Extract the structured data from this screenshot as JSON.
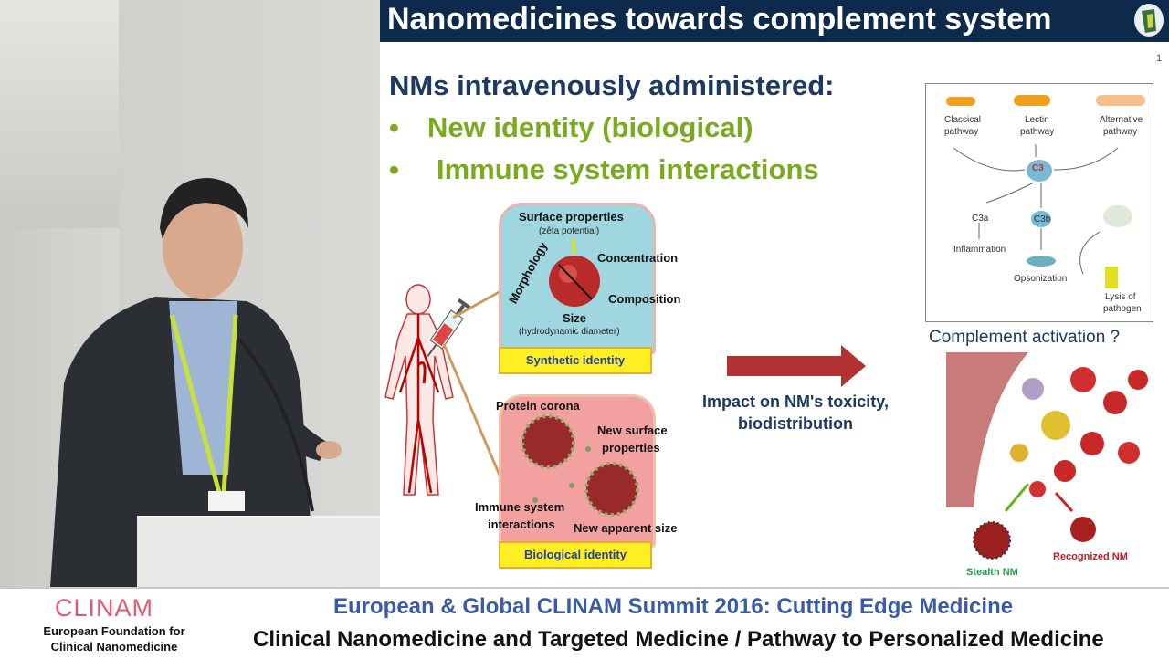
{
  "slide": {
    "title": "Nanomedicines towards complement system",
    "page_number": "1",
    "heading": "NMs intravenously administered:",
    "bullets": [
      "New identity (biological)",
      "Immune system interactions"
    ],
    "bullet_glyph": "•",
    "synthetic": {
      "surface_properties": "Surface properties",
      "zeta": "(zêta potential)",
      "morphology": "Morphology",
      "concentration": "Concentration",
      "composition": "Composition",
      "size": "Size",
      "hydrodynamic": "(hydrodynamic diameter)",
      "identity": "Synthetic identity"
    },
    "biological": {
      "protein_corona": "Protein corona",
      "new_surface_1": "New surface",
      "new_surface_2": "properties",
      "immune_1": "Immune system",
      "immune_2": "interactions",
      "new_apparent_size": "New apparent size",
      "identity": "Biological identity"
    },
    "impact_1": "Impact on NM's toxicity,",
    "impact_2": "biodistribution",
    "pathway": {
      "classical_1": "Classical",
      "classical_2": "pathway",
      "lectin_1": "Lectin",
      "lectin_2": "pathway",
      "alternative_1": "Alternative",
      "alternative_2": "pathway",
      "c3": "C3",
      "c3a": "C3a",
      "c3b": "C3b",
      "inflammation": "Inflammation",
      "opsonization": "Opsonization",
      "lysis_1": "Lysis of",
      "lysis_2": "pathogen"
    },
    "complement_question": "Complement activation ?",
    "stealth_nm": "Stealth NM",
    "recognized_nm": "Recognized NM"
  },
  "footer": {
    "logo_text": "CLINAM",
    "foundation_1": "European Foundation for",
    "foundation_2": "Clinical Nanomedicine",
    "summit": "European & Global CLINAM Summit 2016: Cutting Edge Medicine",
    "clinical": "Clinical Nanomedicine and Targeted Medicine / Pathway to Personalized Medicine"
  },
  "colors": {
    "title_bar": "#0d2a4d",
    "heading": "#1d3a63",
    "bullet_green": "#7aab1f",
    "summit_blue": "#3a5ba8",
    "clinam_pink": "#e05a73"
  }
}
